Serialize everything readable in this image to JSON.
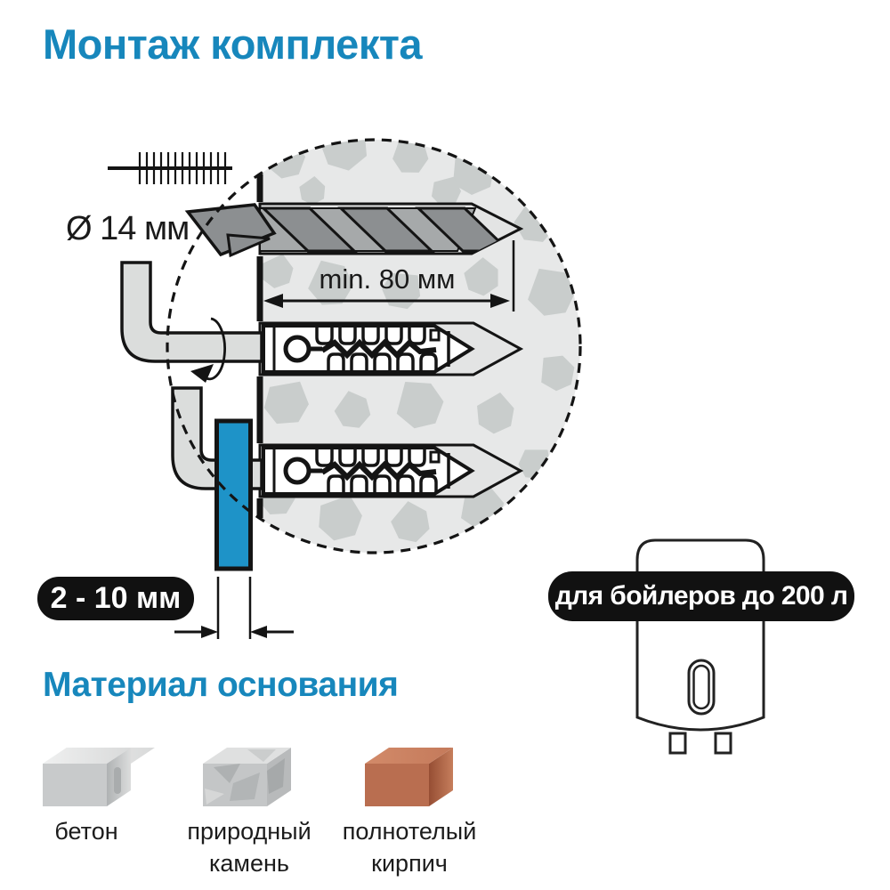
{
  "header": {
    "title": "Монтаж комплекта"
  },
  "diagram": {
    "drill_diameter_label": "Ø 14 мм",
    "hole_depth_label": "min. 80 мм",
    "plate_thickness_badge": "2 - 10 мм",
    "boiler_capacity_badge": "для бойлеров до 200 л"
  },
  "materials_section": {
    "heading": "Материал основания",
    "items": [
      {
        "id": "concrete",
        "label": "бетон"
      },
      {
        "id": "natural-stone",
        "label": "природный камень"
      },
      {
        "id": "solid-brick",
        "label": "полнотелый кирпич"
      }
    ]
  },
  "colors": {
    "accent_blue": "#1787BC",
    "plate_teal": "#1E93C8",
    "badge_background": "#111111",
    "badge_text": "#FFFFFF",
    "wall_fill": "#E7E8E8",
    "pebble_fill": "#C9CDCC",
    "brick": "#BC7252"
  }
}
